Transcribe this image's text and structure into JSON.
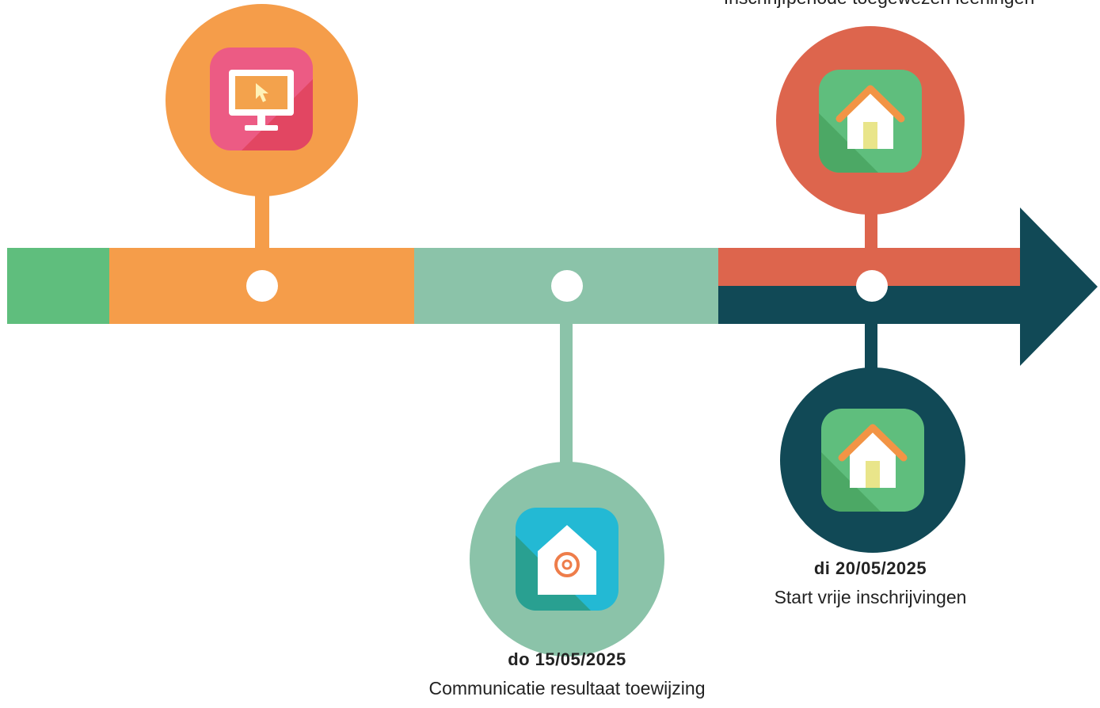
{
  "timeline": {
    "colors": {
      "green": "#5fbe7d",
      "orange": "#f59d4a",
      "mint": "#8bc3a9",
      "red": "#dd654d",
      "teal": "#114956"
    },
    "events": [
      {
        "icon": "computer-monitor-icon",
        "date": "",
        "description": ""
      },
      {
        "icon": "email-house-icon",
        "date": "do 15/05/2025",
        "description": "Communicatie resultaat toewijzing"
      },
      {
        "icon": "house-icon",
        "date": "",
        "description": "Inschrijfperiode toegewezen leerlingen"
      },
      {
        "icon": "house-icon",
        "date": "di 20/05/2025",
        "description": "Start vrije inschrijvingen"
      }
    ]
  }
}
